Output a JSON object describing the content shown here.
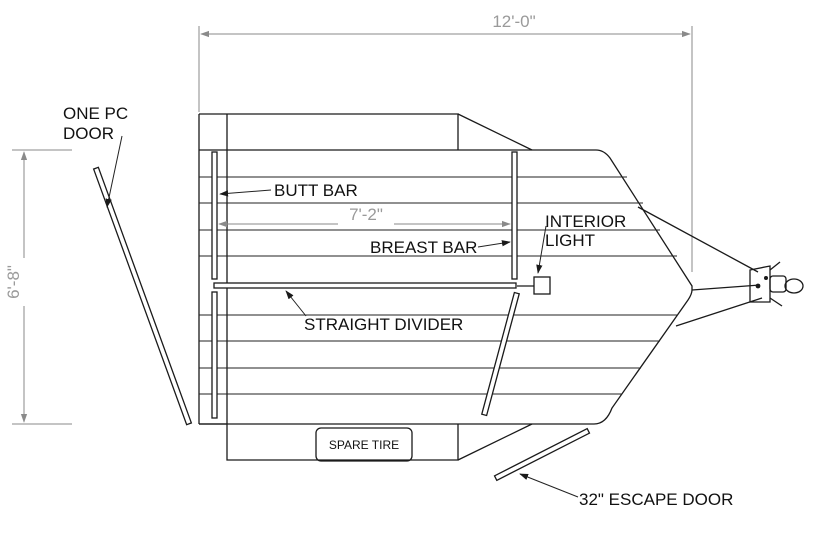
{
  "diagram": {
    "dimensions": {
      "overall_length": "12'-0\"",
      "overall_width": "6'-8\"",
      "stall_length": "7'-2\""
    },
    "labels": {
      "one_pc_door": "ONE PC\nDOOR",
      "butt_bar": "BUTT BAR",
      "breast_bar": "BREAST BAR",
      "interior_light": "INTERIOR\nLIGHT",
      "straight_divider": "STRAIGHT DIVIDER",
      "spare_tire": "SPARE TIRE",
      "escape_door": "32\" ESCAPE DOOR"
    }
  }
}
